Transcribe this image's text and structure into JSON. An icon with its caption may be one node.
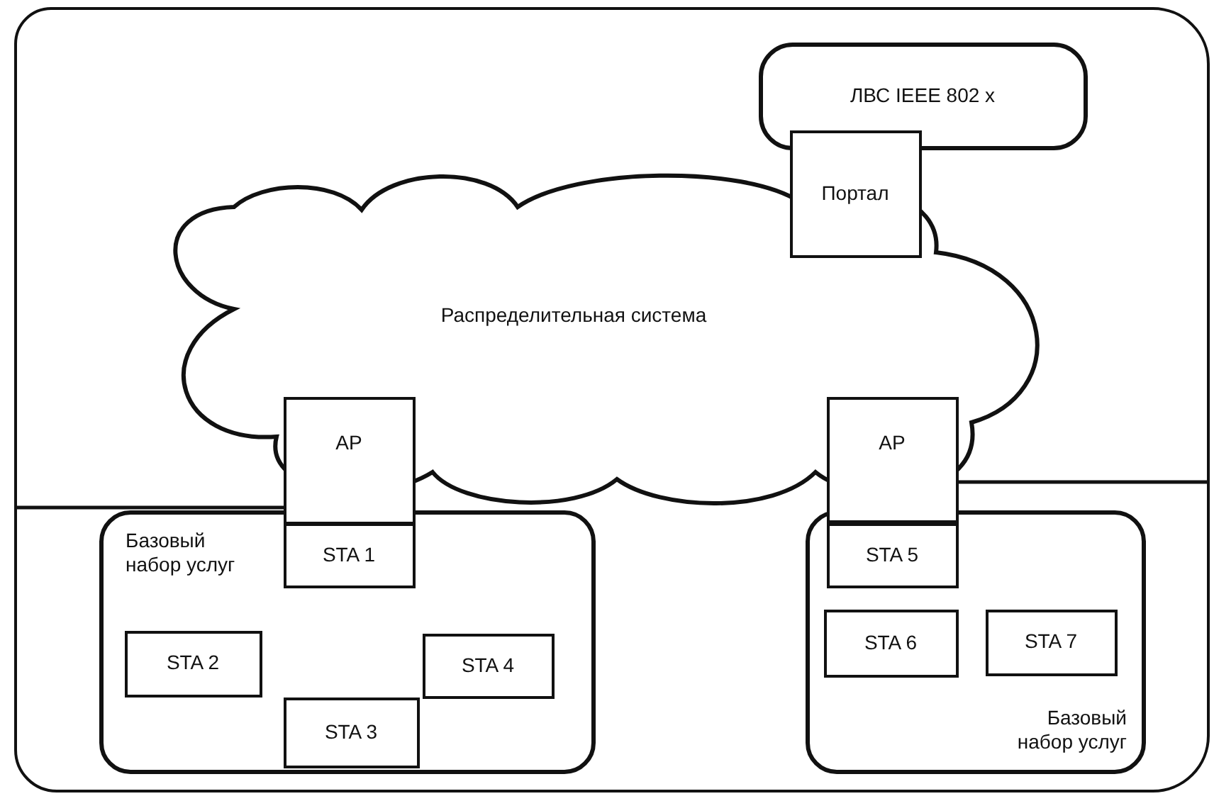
{
  "diagram": {
    "nodes": [
      {
        "text": [],
        "shape": "box"
      },
      {
        "text": [
          "ЛВС IEEE 802 x"
        ],
        "in": 0
      },
      {
        "text": [
          "Портал"
        ],
        "in": 0
      },
      {
        "text": [
          "Распределительная система"
        ],
        "in": 0
      },
      {
        "text": [
          "AP"
        ],
        "in": 0
      },
      {
        "text": [
          "Базовый набор услуг"
        ],
        "in": 0
      },
      {
        "text": [
          "STA 1"
        ],
        "in": 5
      },
      {
        "text": [
          "STA 2"
        ],
        "in": 5
      },
      {
        "text": [
          "STA 3"
        ],
        "in": 5
      },
      {
        "text": [
          "STA 4"
        ],
        "in": 5
      },
      {
        "text": [
          "AP"
        ],
        "in": 0
      },
      {
        "text": [
          "Базовый набор услуг"
        ],
        "in": 0
      },
      {
        "text": [
          "STA 5"
        ],
        "in": 11
      },
      {
        "text": [
          "STA 6"
        ],
        "in": 11
      },
      {
        "text": [
          "STA 7"
        ],
        "in": 11
      }
    ]
  }
}
